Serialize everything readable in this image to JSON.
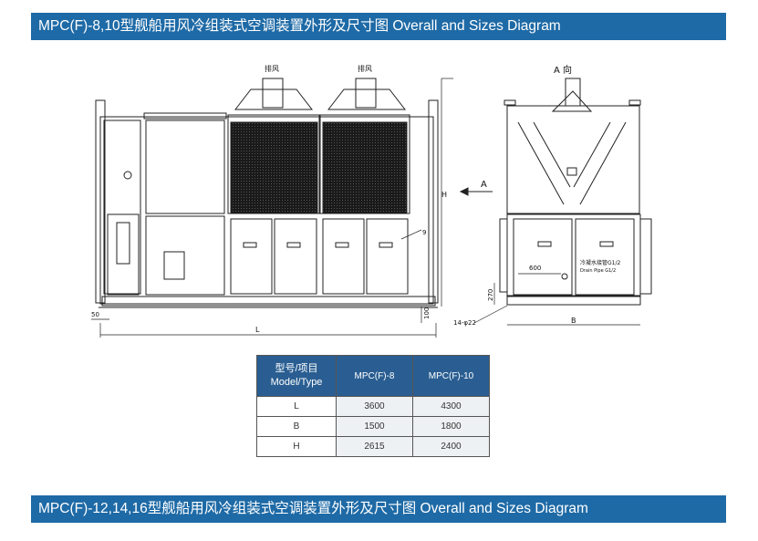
{
  "banners": {
    "top": "MPC(F)-8,10型舰船用风冷组装式空调装置外形及尺寸图 Overall and Sizes Diagram",
    "bottom": "MPC(F)-12,14,16型舰船用风冷组装式空调装置外形及尺寸图 Overall and Sizes Diagram"
  },
  "drawing_labels": {
    "exhaust_1": "排风",
    "exhaust_2": "排风",
    "view_a_title": "A 向",
    "arrow_a": "A",
    "dim_h": "H",
    "dim_l": "L",
    "dim_b": "B",
    "dim_50": "50",
    "dim_100": "100",
    "dim_270": "270",
    "dim_600": "600",
    "holes": "14-φ22",
    "callout_9": "9",
    "drain_note_1": "冷凝水接管G1/2",
    "drain_note_2": "Drain Pipe G1/2"
  },
  "table": {
    "header_line1": "型号/项目",
    "header_line2": "Model/Type",
    "columns": [
      "MPC(F)-8",
      "MPC(F)-10"
    ],
    "rows": [
      {
        "label": "L",
        "values": [
          "3600",
          "4300"
        ]
      },
      {
        "label": "B",
        "values": [
          "1500",
          "1800"
        ]
      },
      {
        "label": "H",
        "values": [
          "2615",
          "2400"
        ]
      }
    ]
  }
}
